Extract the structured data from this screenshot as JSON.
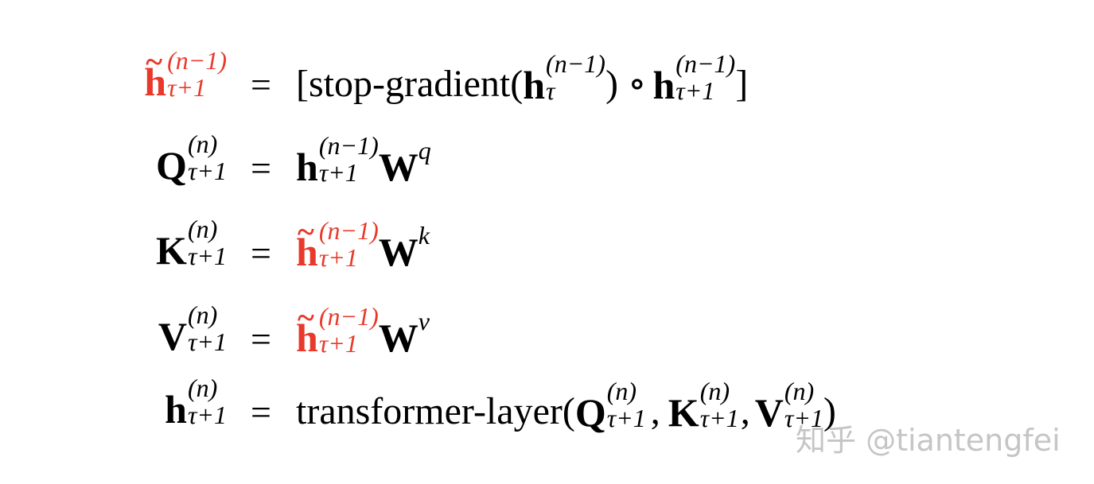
{
  "equations": {
    "eq1": {
      "lhs_sym": "h",
      "lhs_tilde": "~",
      "lhs_sup": "(n−1)",
      "lhs_sub": "τ+1",
      "equals": "=",
      "rhs_open": "[stop-gradient(",
      "rhs_h1": "h",
      "rhs_h1_sup": "(n−1)",
      "rhs_h1_sub": "τ",
      "rhs_close_paren": ")",
      "rhs_circ": "∘",
      "rhs_h2": "h",
      "rhs_h2_sup": "(n−1)",
      "rhs_h2_sub": "τ+1",
      "rhs_close_bracket": "]"
    },
    "eq2": {
      "lhs_sym": "Q",
      "lhs_sup": "(n)",
      "lhs_sub": "τ+1",
      "equals": "=",
      "rhs_h": "h",
      "rhs_h_sup": "(n−1)",
      "rhs_h_sub": "τ+1",
      "rhs_w": "W",
      "rhs_w_sup": "q"
    },
    "eq3": {
      "lhs_sym": "K",
      "lhs_sup": "(n)",
      "lhs_sub": "τ+1",
      "equals": "=",
      "rhs_h": "h",
      "rhs_tilde": "~",
      "rhs_h_sup": "(n−1)",
      "rhs_h_sub": "τ+1",
      "rhs_w": "W",
      "rhs_w_sup": "k"
    },
    "eq4": {
      "lhs_sym": "V",
      "lhs_sup": "(n)",
      "lhs_sub": "τ+1",
      "equals": "=",
      "rhs_h": "h",
      "rhs_tilde": "~",
      "rhs_h_sup": "(n−1)",
      "rhs_h_sub": "τ+1",
      "rhs_w": "W",
      "rhs_w_sup": "v"
    },
    "eq5": {
      "lhs_sym": "h",
      "lhs_sup": "(n)",
      "lhs_sub": "τ+1",
      "equals": "=",
      "rhs_open": "transformer-layer(",
      "rhs_q": "Q",
      "rhs_q_sup": "(n)",
      "rhs_q_sub": "τ+1",
      "rhs_comma1": ",",
      "rhs_k": "K",
      "rhs_k_sup": "(n)",
      "rhs_k_sub": "τ+1",
      "rhs_comma2": ",",
      "rhs_v": "V",
      "rhs_v_sup": "(n)",
      "rhs_v_sub": "τ+1",
      "rhs_close": ")"
    }
  },
  "watermark": {
    "text": "知乎 @tiantengfei"
  },
  "colors": {
    "highlight": "#e8392c",
    "text": "#000000",
    "background": "#ffffff"
  }
}
